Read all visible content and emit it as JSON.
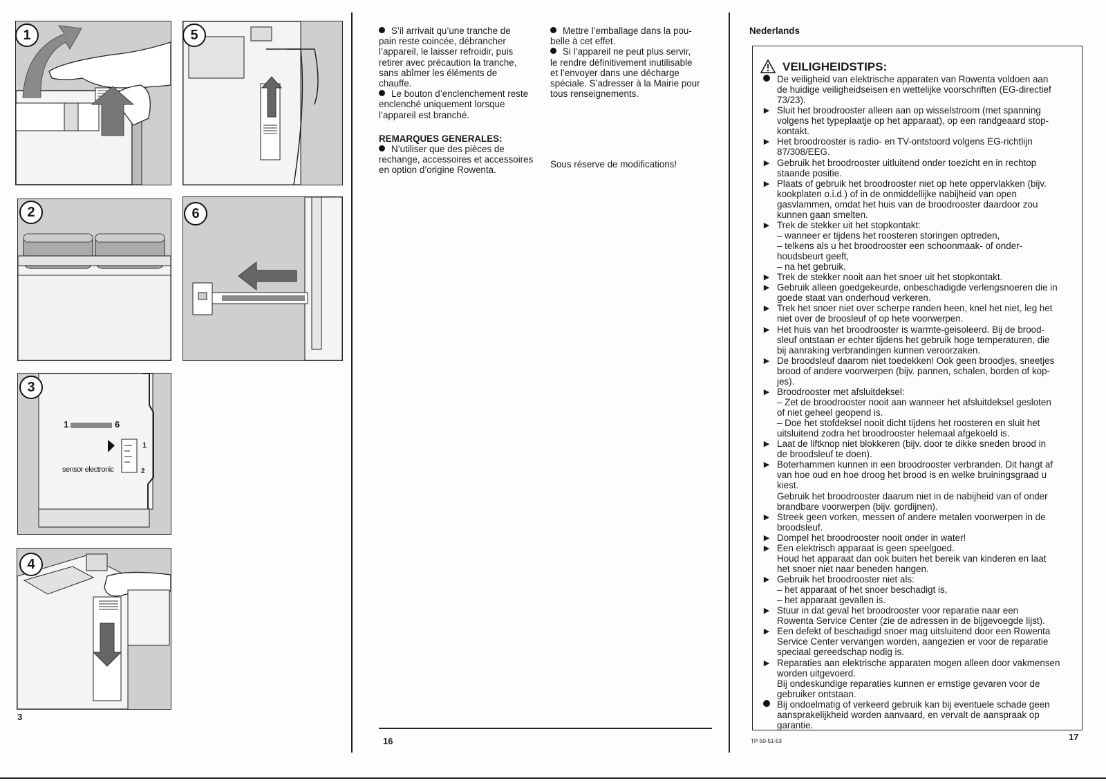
{
  "left_page": {
    "figures": [
      {
        "number": "1"
      },
      {
        "number": "2"
      },
      {
        "number": "3",
        "scale_label": "1",
        "scale_label_end": "6",
        "mark_1": "1",
        "mark_2": "2",
        "sensor_label": "sensor electronic"
      },
      {
        "number": "4"
      },
      {
        "number": "5"
      },
      {
        "number": "6"
      }
    ],
    "page_number": "3"
  },
  "middle_page": {
    "col1": {
      "paragraphs": [
        "S’il arrivait qu’une tranche de|pain reste coincée, débrancher|l’appareil, le laisser refroidir, puis|retirer avec précaution la tranche,|sans abîmer les éléments de|chauffe.",
        "Le bouton d’enclenchement reste|enclenché uniquement lorsque|l’appareil est branché."
      ],
      "heading": "REMARQUES GENERALES:",
      "after_heading": "N’utiliser que des pièces de|rechange, accessoires et accessoires|en option d’origine Rowenta."
    },
    "col2": {
      "paragraphs": [
        "Mettre l’emballage dans la pou-|belle à cet effet.",
        "Si l’appareil ne peut plus servir,|le rendre définitivement inutilisable|et l’envoyer dans une décharge|spéciale. S’adresser à la Mairie pour|tous renseignements."
      ],
      "footer_note": "Sous réserve de modifications!"
    },
    "page_number": "16"
  },
  "right_page": {
    "language": "Nederlands",
    "title": "VEILIGHEIDSTIPS:",
    "items": [
      {
        "mark": "dot",
        "text": "De veiligheid van elektrische apparaten van Rowenta voldoen aan|de huidige veiligheidseisen en wettelijke voorschriften (EG-directief|73/23)."
      },
      {
        "mark": "tri",
        "text": "Sluit het broodrooster alleen aan op wisselstroom (met spanning|volgens het typeplaatje op het apparaat), op een randgeaard stop-|kontakt."
      },
      {
        "mark": "tri",
        "text": "Het broodrooster is radio- en TV-ontstoord volgens EG-richtlijn|87/308/EEG."
      },
      {
        "mark": "tri",
        "text": "Gebruik het broodrooster uitluitend onder toezicht en in rechtop|staande positie."
      },
      {
        "mark": "tri",
        "text": "Plaats of gebruik het broodrooster niet op hete oppervlakken (bijv.|kookplaten o.i.d.) of in de onmiddellijke nabijheid van open|gasvlammen, omdat het huis van de broodrooster daardoor zou|kunnen gaan smelten."
      },
      {
        "mark": "tri",
        "text": "Trek de stekker uit het stopkontakt:|– wanneer er tijdens het roosteren storingen optreden,|– telkens als u het broodrooster een schoonmaak- of onder-|houdsbeurt geeft,|– na het gebruik."
      },
      {
        "mark": "tri",
        "text": "Trek de stekker nooit aan het snoer uit het stopkontakt."
      },
      {
        "mark": "tri",
        "text": "Gebruik alleen goedgekeurde, onbeschadigde verlengsnoeren die in|goede staat van onderhoud verkeren."
      },
      {
        "mark": "tri",
        "text": "Trek het snoer niet over scherpe randen heen, knel het niet, leg het|niet over de broosleuf of op hete voorwerpen."
      },
      {
        "mark": "tri",
        "text": "Het huis van het broodrooster is warmte-geisoleerd. Bij de brood-|sleuf ontstaan er echter tijdens het gebruik hoge temperaturen, die|bij aanraking verbrandingen kunnen veroorzaken."
      },
      {
        "mark": "tri",
        "text": "De broodsleuf daarom niet toedekken! Ook geen broodjes, sneetjes|brood of andere voorwerpen (bijv. pannen, schalen, borden of kop-|jes)."
      },
      {
        "mark": "tri",
        "text": "Broodrooster met afsluitdeksel:|– Zet de broodrooster nooit aan wanneer het afsluitdeksel gesloten|of niet geheel geopend is.|– Doe het stofdeksel nooit dicht tijdens het roosteren en sluit het|uitsluitend zodra het broodrooster helemaal afgekoeld is."
      },
      {
        "mark": "tri",
        "text": "Laat de liftknop niet blokkeren (bijv. door te dikke sneden brood in|de broodsleuf te doen)."
      },
      {
        "mark": "tri",
        "text": "Boterhammen kunnen in een broodrooster verbranden. Dit hangt af|van hoe oud en hoe droog het brood is en welke bruiningsgraad u|kiest.|Gebruik het broodrooster daarum niet in de nabijheid van of onder|brandbare voorwerpen (bijv. gordijnen)."
      },
      {
        "mark": "tri",
        "text": "Streek geen vorken, messen of andere metalen voorwerpen in de|broodsleuf."
      },
      {
        "mark": "tri",
        "text": "Dompel het broodrooster nooit onder in water!"
      },
      {
        "mark": "tri",
        "text": "Een elektrisch apparaat is geen speelgoed.|Houd het apparaat dan ook buiten het bereik van kinderen en laat|het snoer niet naar beneden hangen."
      },
      {
        "mark": "tri",
        "text": "Gebruik het broodrooster niet als:|– het apparaat of het snoer beschadigt is,|– het apparaat gevallen is."
      },
      {
        "mark": "tri",
        "text": "Stuur in dat geval het broodrooster voor reparatie naar een|Rowenta Service Center (zie de adressen in de bijgevoegde lijst)."
      },
      {
        "mark": "tri",
        "text": "Een defekt of beschadigd snoer mag uitsluitend door een Rowenta|Service Center vervangen worden, aangezien er voor de reparatie|speciaal gereedschap nodig is."
      },
      {
        "mark": "tri",
        "text": "Reparaties aan elektrische apparaten mogen alleen door vakmensen|worden uitgevoerd.|Bij ondeskundige reparaties kunnen er ernstige gevaren voor de|gebruiker ontstaan."
      },
      {
        "mark": "dot",
        "text": "Bij ondoelmatig of verkeerd gebruik kan bij eventuele schade geen|aansprakelijkheid worden aanvaard, en vervalt de aanspraak op|garantie."
      }
    ],
    "code": "TP-50-51-53",
    "page_number": "17"
  }
}
